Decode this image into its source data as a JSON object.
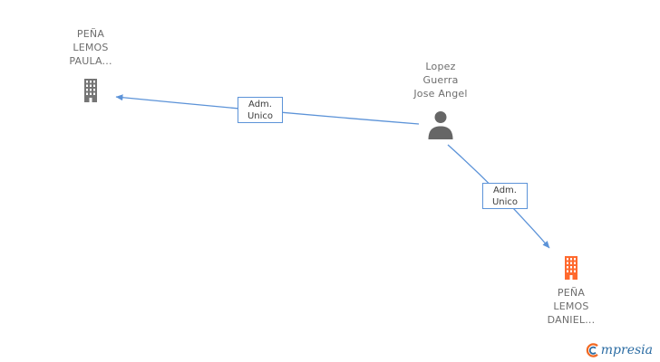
{
  "nodes": [
    {
      "id": "company-1",
      "type": "company",
      "label_lines": [
        "PEÑA",
        "LEMOS",
        "PAULA..."
      ],
      "color": "#757575"
    },
    {
      "id": "person-1",
      "type": "person",
      "label_lines": [
        "Lopez",
        "Guerra",
        "Jose Angel"
      ],
      "color": "#666666"
    },
    {
      "id": "company-2",
      "type": "company",
      "label_lines": [
        "PEÑA",
        "LEMOS",
        "DANIEL..."
      ],
      "color": "#ff6a2e"
    }
  ],
  "edges": [
    {
      "from": "person-1",
      "to": "company-1",
      "label_lines": [
        "Adm.",
        "Unico"
      ]
    },
    {
      "from": "person-1",
      "to": "company-2",
      "label_lines": [
        "Adm.",
        "Unico"
      ]
    }
  ],
  "colors": {
    "edge": "#5c93d8",
    "edge_label_border": "#5c93d8",
    "edge_label_text": "#3c3c3c",
    "node_label_text": "#6e6e6e",
    "company_gray": "#757575",
    "company_orange": "#ff6a2e",
    "logo_orange": "#f26822",
    "logo_blue": "#2b6ca3"
  },
  "logo": {
    "brand": "empresia",
    "text": "mpresia"
  }
}
